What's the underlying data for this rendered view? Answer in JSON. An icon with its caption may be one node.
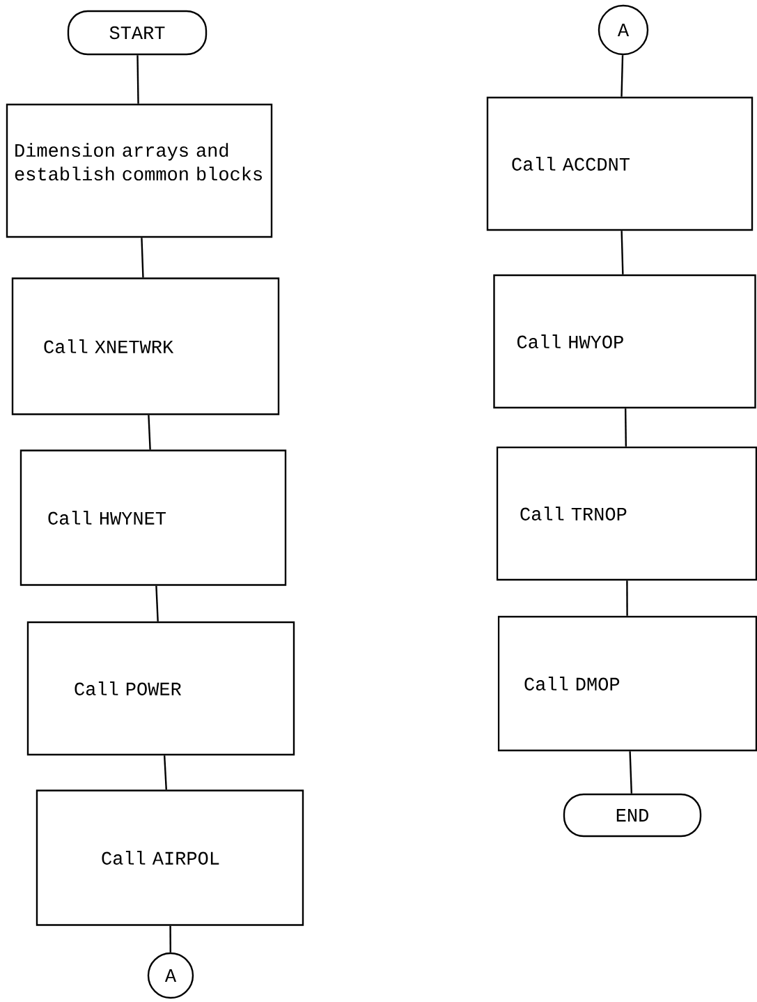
{
  "diagram": {
    "nodes": [
      {
        "text": [
          "START"
        ]
      },
      {
        "text": [
          "Dimension arrays and establish common blocks"
        ]
      },
      {
        "text": [
          "Call XNETWRK"
        ]
      },
      {
        "text": [
          "Call HWYNET"
        ]
      },
      {
        "text": [
          "Call POWER"
        ]
      },
      {
        "text": [
          "Call AIRPOL"
        ]
      },
      {
        "text": [
          "A"
        ]
      },
      {
        "text": [
          "A"
        ]
      },
      {
        "text": [
          "Call ACCDNT"
        ]
      },
      {
        "text": [
          "Call HWYOP"
        ]
      },
      {
        "text": [
          "Call TRNOP"
        ]
      },
      {
        "text": [
          "Call DMOP"
        ]
      },
      {
        "text": [
          "END"
        ]
      }
    ],
    "edges": [
      {
        "from": 0,
        "to": 1,
        "arrow": "none"
      },
      {
        "from": 1,
        "to": 2,
        "arrow": "none"
      },
      {
        "from": 2,
        "to": 3,
        "arrow": "none"
      },
      {
        "from": 3,
        "to": 4,
        "arrow": "none"
      },
      {
        "from": 4,
        "to": 5,
        "arrow": "none"
      },
      {
        "from": 5,
        "to": 6,
        "arrow": "none"
      },
      {
        "from": 7,
        "to": 8,
        "arrow": "none"
      },
      {
        "from": 8,
        "to": 9,
        "arrow": "none"
      },
      {
        "from": 9,
        "to": 10,
        "arrow": "none"
      },
      {
        "from": 10,
        "to": 11,
        "arrow": "none"
      },
      {
        "from": 11,
        "to": 12,
        "arrow": "none"
      }
    ]
  }
}
